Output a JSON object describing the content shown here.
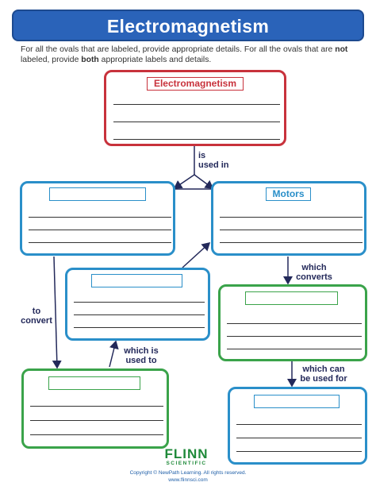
{
  "header": {
    "title": "Electromagnetism"
  },
  "instructions": {
    "part1": "For all the ovals that are labeled, provide appropriate details.  For all the ovals that are ",
    "not": "not",
    "part2": " labeled, provide ",
    "both": "both",
    "part3": " appropriate labels and details."
  },
  "boxes": {
    "top": {
      "label": "Electromagnetism"
    },
    "motors": {
      "label": "Motors"
    }
  },
  "connectors": {
    "is_used_in": "is\nused in",
    "which_converts": "which\nconverts",
    "to_convert": "to\nconvert",
    "which_is_used_to": "which is\nused to",
    "which_can_be_used_for": "which can\nbe used for"
  },
  "footer": {
    "brand": "FLINN",
    "brand_sub": "SCIENTIFIC",
    "copyright": "Copyright © NewPath Learning. All rights reserved.",
    "website": "www.flinnsci.com"
  },
  "colors": {
    "title_bar": "#2a63b9",
    "red": "#c8323c",
    "blue": "#2a8fc9",
    "green": "#3aa34a",
    "brand": "#1f8a3a"
  }
}
